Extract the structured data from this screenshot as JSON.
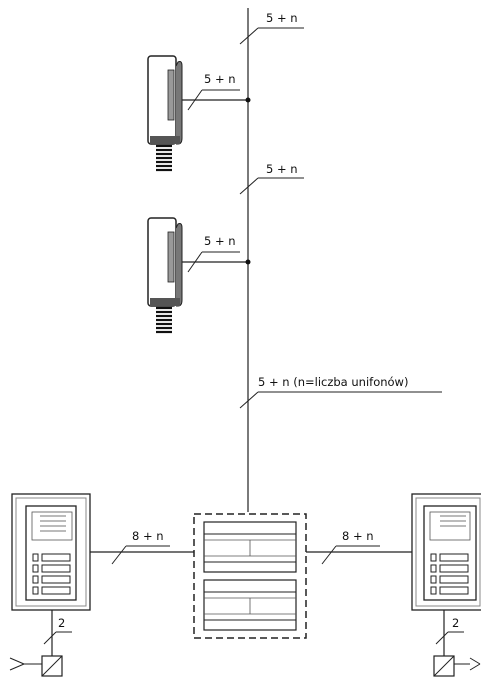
{
  "diagram": {
    "labels": {
      "bus_top": "5 + n",
      "handset1_branch": "5 + n",
      "bus_middle": "5 + n",
      "handset2_branch": "5 + n",
      "bus_lower": "5 + n  (n=liczba unifonów)",
      "left_link": "8 + n",
      "right_link": "8 + n",
      "left_lock": "2",
      "right_lock": "2"
    },
    "components": [
      "intercom-handset",
      "intercom-handset",
      "door-panel-left",
      "power-supply-unit",
      "door-panel-right",
      "electric-lock-left",
      "electric-lock-right"
    ]
  }
}
